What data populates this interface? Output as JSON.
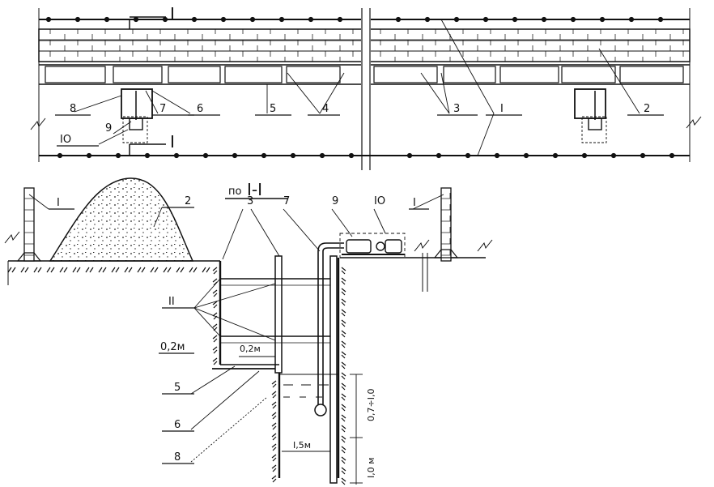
{
  "plan": {
    "section_marks": [
      "I",
      "I"
    ],
    "callouts": [
      "8",
      "7",
      "6",
      "5",
      "4",
      "3",
      "I",
      "2",
      "IO",
      "9"
    ]
  },
  "section": {
    "title_prefix": "по",
    "title_marks": "I-I",
    "callouts_top": [
      "I",
      "2",
      "3",
      "7",
      "9",
      "IO",
      "I"
    ],
    "callouts_left": [
      "II",
      "0,2м",
      "5",
      "6",
      "8"
    ],
    "dim_inner": "0,2м",
    "dim_width": "I,5м",
    "dim_water": "0,7÷I,0",
    "dim_sump": "I,0 м"
  }
}
